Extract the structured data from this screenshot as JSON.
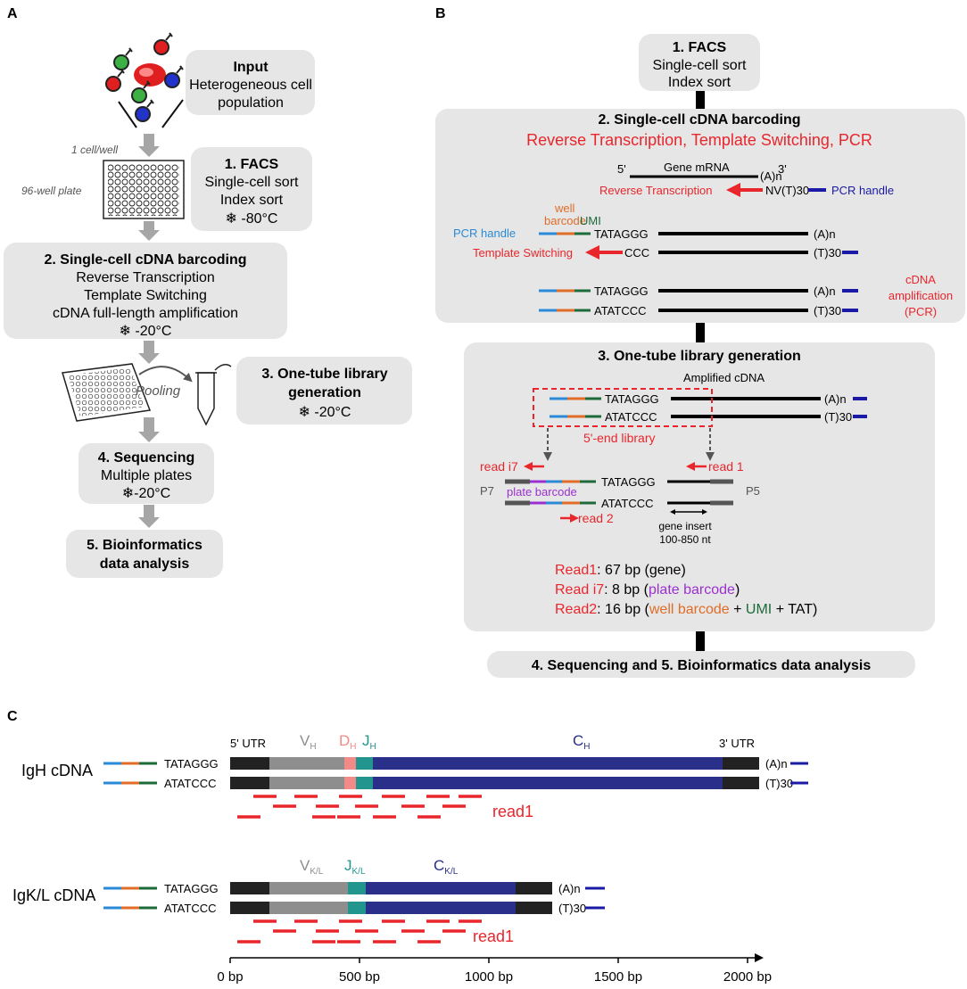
{
  "colors": {
    "red": "#e8262c",
    "blue_handle": "#1a1aa6",
    "light_blue": "#2a8ad8",
    "orange": "#e06c27",
    "green": "#1d6a3b",
    "purple": "#9b30d0",
    "gray_box": "#e6e6e6",
    "utr_black": "#222222",
    "v_gray": "#8e8e8e",
    "d_pink": "#f28b87",
    "j_teal": "#23958f",
    "c_navy": "#2a2f8a"
  },
  "panelA": {
    "label": "A",
    "input_title": "Input",
    "input_sub1": "Heterogeneous cell",
    "input_sub2": "population",
    "one_cell": "1 cell/well",
    "plate96": "96-well plate",
    "facs_title": "1. FACS",
    "facs_l1": "Single-cell sort",
    "facs_l2": "Index sort",
    "facs_temp": "❄ -80°C",
    "bc_title": "2. Single-cell cDNA barcoding",
    "bc_l1": "Reverse Transcription",
    "bc_l2": "Template Switching",
    "bc_l3": "cDNA full-length amplification",
    "bc_temp": "❄ -20°C",
    "pooling": "Pooling",
    "lib_title1": "3. One-tube library",
    "lib_title2": "generation",
    "lib_temp": "❄ -20°C",
    "seq_title": "4. Sequencing",
    "seq_l1": "Multiple plates",
    "seq_temp": "❄-20°C",
    "bio_title1": "5. Bioinformatics",
    "bio_title2": "data analysis"
  },
  "panelB": {
    "label": "B",
    "facs_title": "1. FACS",
    "facs_l1": "Single-cell sort",
    "facs_l2": "Index sort",
    "bc_title": "2. Single-cell cDNA barcoding",
    "bc_sub": "Reverse Transcription, Template Switching, PCR",
    "five_prime": "5'",
    "three_prime": "3'",
    "gene_mrna": "Gene mRNA",
    "an": "(A)n",
    "rt_label": "Reverse Transcription",
    "nvt30": "NV(T)30",
    "pcr_handle": "PCR handle",
    "well": "well",
    "barcode": "barcode",
    "umi": "UMI",
    "pcr_handle2": "PCR handle",
    "tataggg": "TATAGGG",
    "ts_label": "Template Switching",
    "ccc": "CCC",
    "t30": "(T)30",
    "atatccc": "ATATCCC",
    "cdna1": "cDNA",
    "cdna2": "amplification",
    "cdna3": "(PCR)",
    "lib_title": "3. One-tube library generation",
    "amplified": "Amplified cDNA",
    "five_end": "5'-end library",
    "read_i7": "read i7",
    "read_1": "read 1",
    "read_2": "read 2",
    "p7": "P7",
    "p5": "P5",
    "plate_barcode": "plate barcode",
    "gene_insert": "gene insert",
    "insert_size": "100-850 nt",
    "r1_label": "Read1",
    "r1_text": ": 67 bp (gene)",
    "ri7_label": "Read i7",
    "ri7_a": ": 8 bp (",
    "ri7_b": "plate barcode",
    "ri7_c": ")",
    "r2_label": "Read2",
    "r2_a": ": 16 bp (",
    "r2_b": "well barcode",
    "r2_c": " + ",
    "r2_d": "UMI",
    "r2_e": " + TAT)",
    "final": "4. Sequencing and 5. Bioinformatics data analysis"
  },
  "panelC": {
    "label": "C",
    "igh": "IgH cDNA",
    "igkl": "IgK/L cDNA",
    "utr5": "5' UTR",
    "utr3": "3' UTR",
    "vh": "V",
    "vh_sub": "H",
    "dh": "D",
    "dh_sub": "H",
    "jh": "J",
    "jh_sub": "H",
    "ch": "C",
    "ch_sub": "H",
    "vkl": "V",
    "vkl_sub": "K/L",
    "jkl": "J",
    "jkl_sub": "K/L",
    "ckl": "C",
    "ckl_sub": "K/L",
    "tataggg": "TATAGGG",
    "atatccc": "ATATCCC",
    "an": "(A)n",
    "t30": "(T)30",
    "read1": "read1",
    "axis_ticks": [
      "0 bp",
      "500 bp",
      "1000 bp",
      "1500 bp",
      "2000 bp"
    ]
  }
}
